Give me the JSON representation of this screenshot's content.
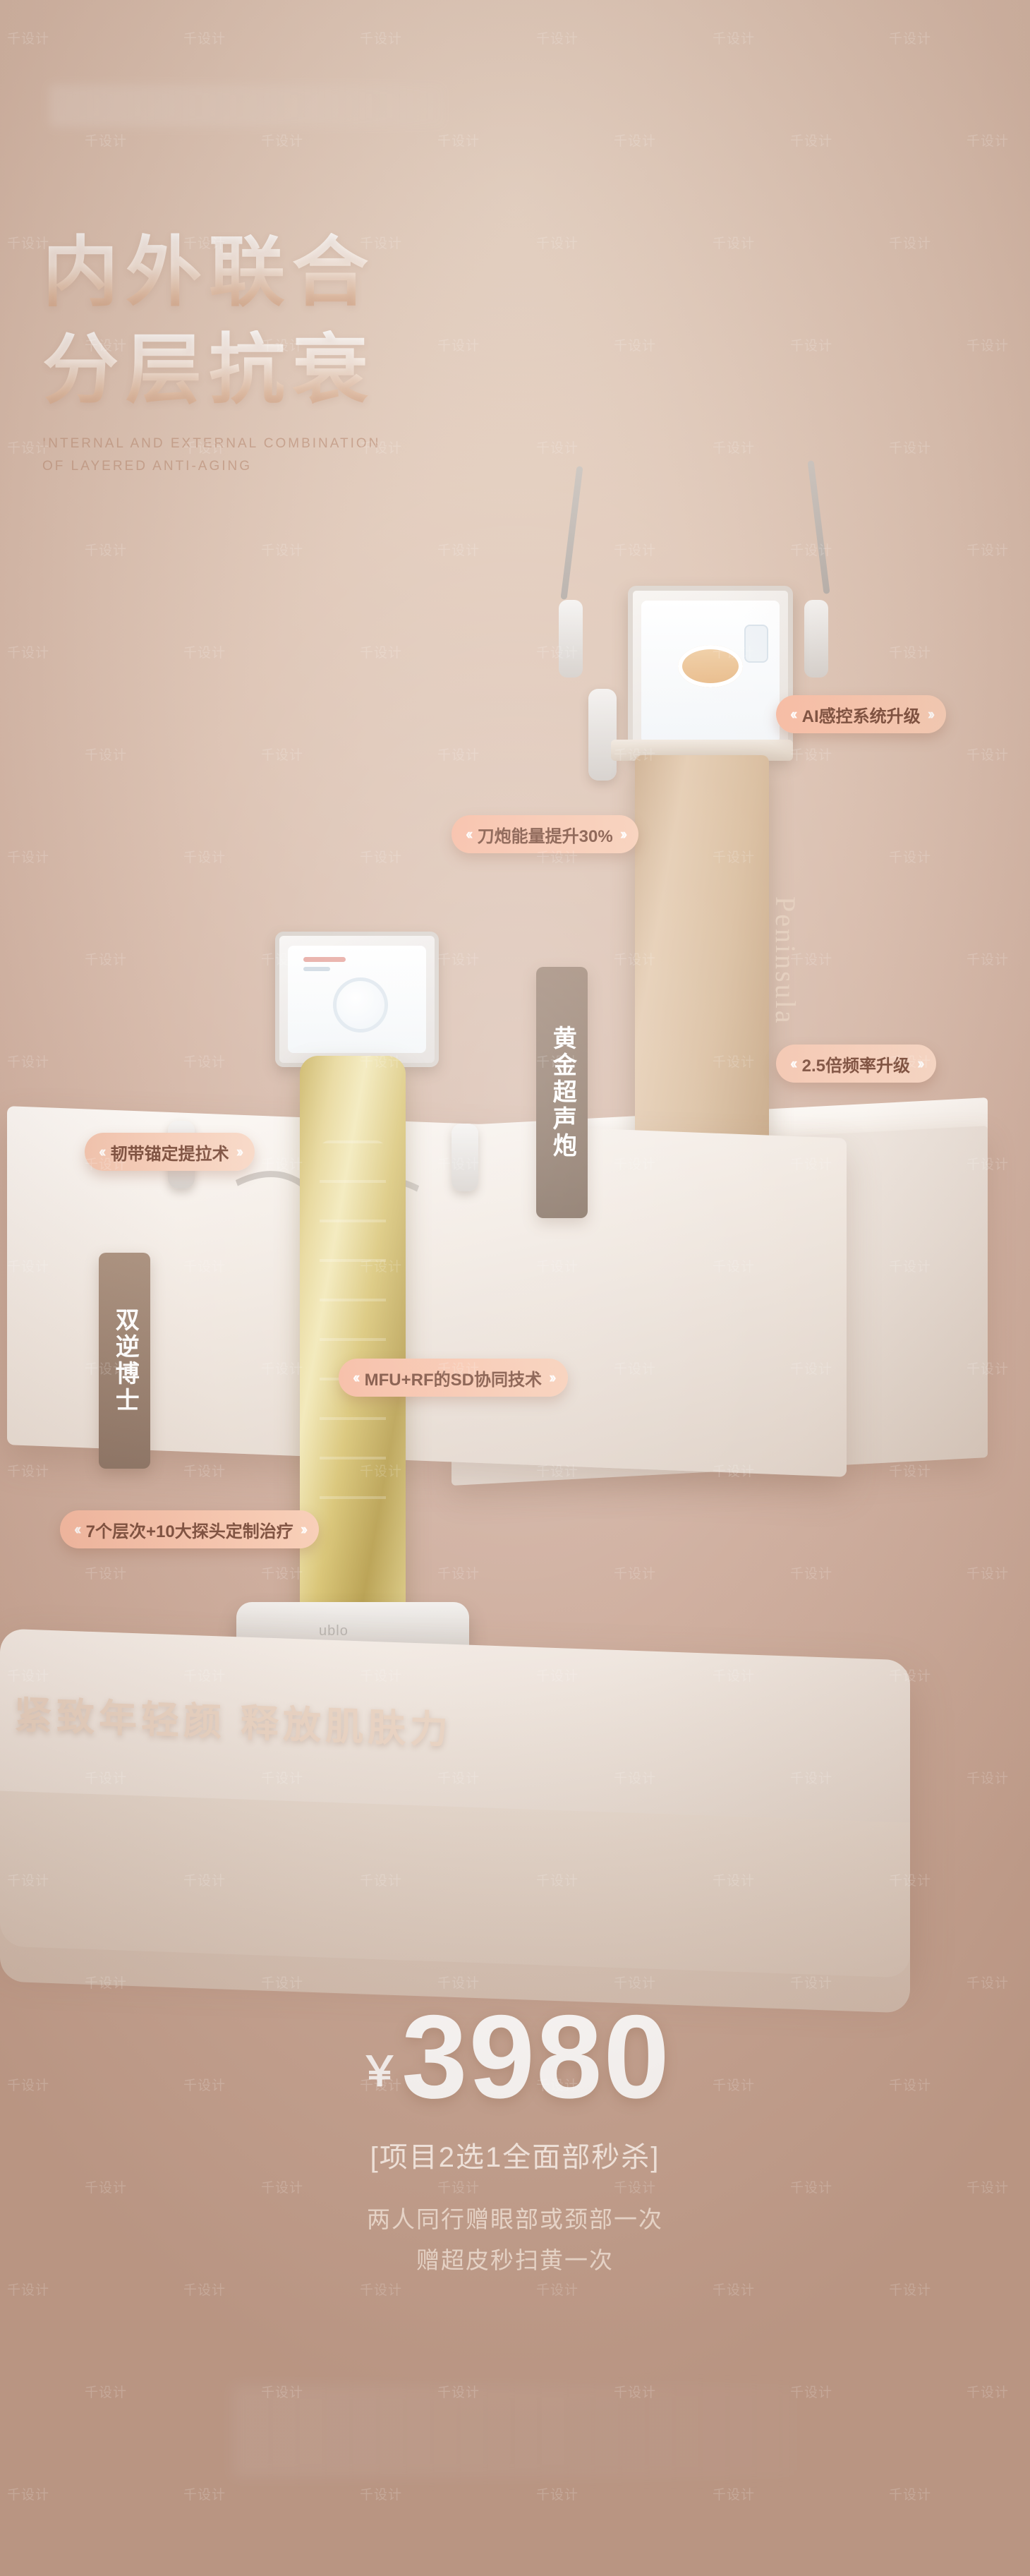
{
  "headline": {
    "line1": "内外联合",
    "line2": "分层抗衰",
    "english_line1": "INTERNAL AND EXTERNAL COMBINATION",
    "english_line2": "OF LAYERED ANTI-AGING"
  },
  "vertical_tags": [
    {
      "id": "gold-ultrasound",
      "text": "黄金超声炮"
    },
    {
      "id": "double-doctor",
      "text": "双逆博士"
    }
  ],
  "brand_text": "Peninsula",
  "feature_chips": [
    {
      "id": "ai-control",
      "text": "AI感控系统升级"
    },
    {
      "id": "knife-energy",
      "text": "刀炮能量提升30%"
    },
    {
      "id": "frequency",
      "text": "2.5倍频率升级"
    },
    {
      "id": "ligament-anchor",
      "text": "韧带锚定提拉术"
    },
    {
      "id": "mfu-rf",
      "text": "MFU+RF的SD协同技术"
    },
    {
      "id": "layers-probes",
      "text": "7个层次+10大探头定制治疗"
    }
  ],
  "slogan": "紧致年轻颜 释放肌肤力",
  "price": {
    "currency": "￥",
    "amount": "3980",
    "note": "[项目2选1全面部秒杀]",
    "bonus_line1": "两人同行赠眼部或颈部一次",
    "bonus_line2": "赠超皮秒扫黄一次"
  },
  "machine_screens": {
    "gold_label": "ublo",
    "beige_label": ""
  },
  "watermark": {
    "text": "千设计"
  },
  "colors": {
    "chip_bg": "#f6b9a0",
    "chip_text": "#7a4b39",
    "headline_gradient_top": "#ffffff",
    "headline_gradient_bottom": "#d8ac90",
    "background": "#d9c2b4"
  }
}
